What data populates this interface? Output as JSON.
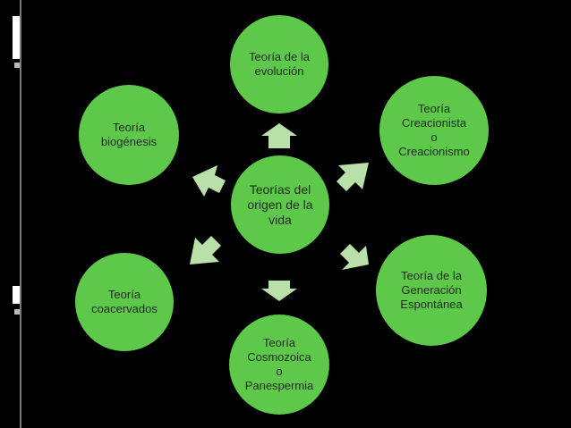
{
  "diagram": {
    "center": "Teorías del\norigen de la\nvida",
    "nodes": {
      "top": "Teoría de la\nevolución",
      "top_right": "Teoría\nCreacionista\no\nCreacionismo",
      "bottom_right": "Teoría de la\nGeneración\nEspontánea",
      "bottom": "Teoría\nCosmozoica\no\nPanespermia",
      "bottom_left": "Teoría\ncoacervados",
      "top_left": "Teoría\nbiogénesis"
    }
  },
  "colors": {
    "background": "#000000",
    "node_fill": "#5ec84a",
    "arrow_fill": "#b8e0a8",
    "text": "#1e2a1e"
  }
}
